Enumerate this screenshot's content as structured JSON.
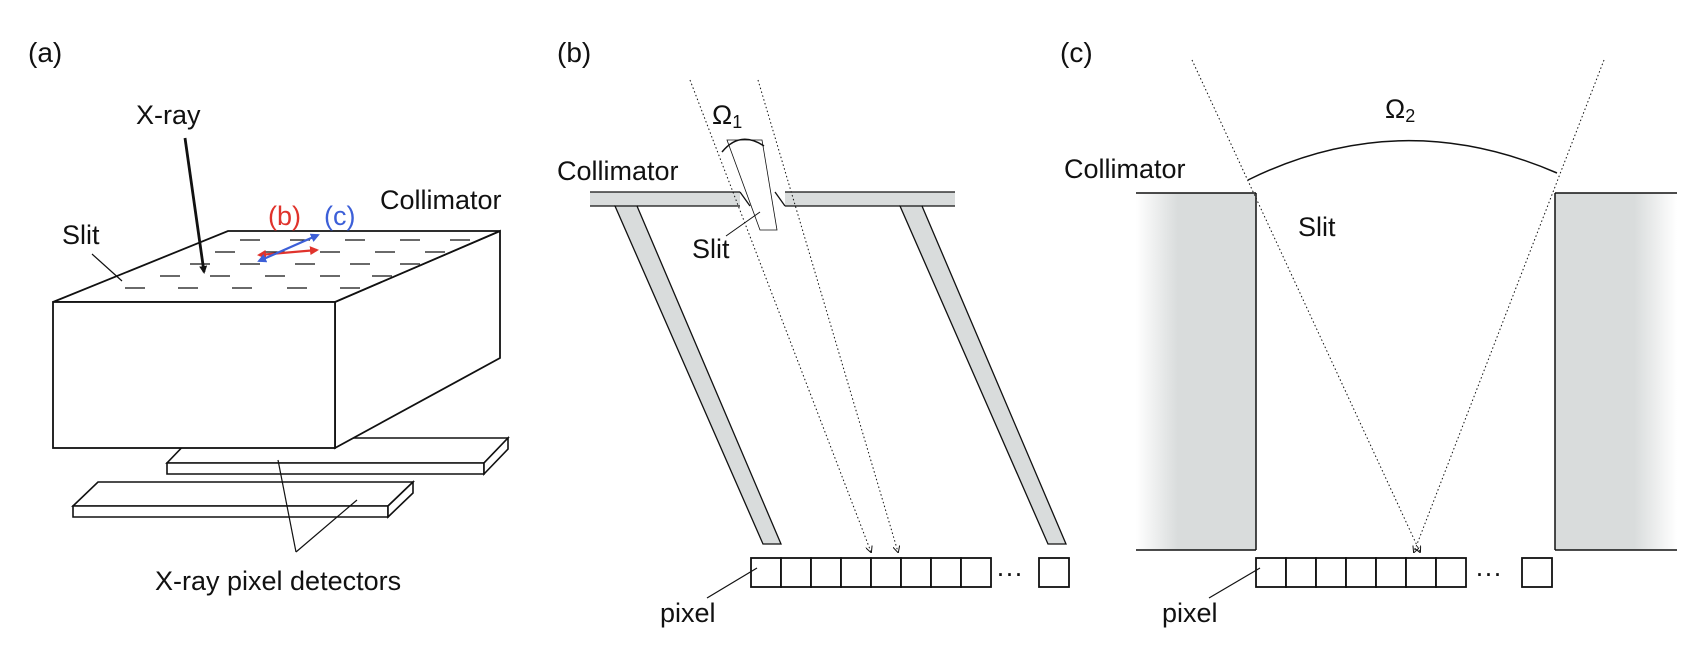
{
  "panels": {
    "a": {
      "label": "(a)",
      "xray": "X-ray",
      "slit": "Slit",
      "collimator": "Collimator",
      "dir_b": "(b)",
      "dir_c": "(c)",
      "detectors": "X-ray pixel detectors",
      "dir_b_color": "#e0332c",
      "dir_c_color": "#3c5fd8"
    },
    "b": {
      "label": "(b)",
      "omega_base": "Ω",
      "omega_sub": "1",
      "collimator": "Collimator",
      "slit": "Slit",
      "pixel": "pixel",
      "ellipsis": "···"
    },
    "c": {
      "label": "(c)",
      "omega_base": "Ω",
      "omega_sub": "2",
      "collimator": "Collimator",
      "slit": "Slit",
      "pixel": "pixel",
      "ellipsis": "···"
    }
  },
  "colors": {
    "wall_fill": "#d9dcdc",
    "line": "#111111"
  }
}
